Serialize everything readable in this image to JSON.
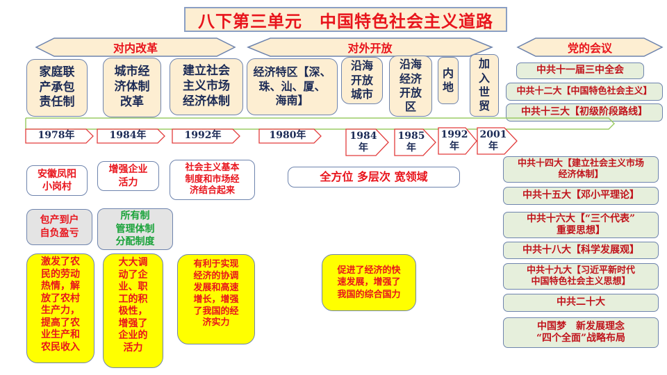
{
  "title": "八下第三单元　中国特色社会主义道路",
  "colors": {
    "title_red": "#e8141c",
    "tan_fill": "#fdeed2",
    "border_blue": "#6d83ad",
    "yellow_fill": "#ffff00",
    "green_fill": "#e6efdc",
    "grey_fill": "#e4e4e4",
    "timeline_green": "#9ccc65",
    "year_border": "#e23b3b",
    "text_navy": "#1b2a55",
    "text_green": "#1aa33a"
  },
  "sections": {
    "internal_reform": {
      "header": "对内改革",
      "topics": [
        {
          "lines": [
            "家庭联",
            "产承包",
            "责任制"
          ]
        },
        {
          "lines": [
            "城市经",
            "济体制",
            "改革"
          ]
        },
        {
          "lines": [
            "建立社会",
            "主义市场",
            "经济体制"
          ]
        }
      ],
      "years": [
        "1978年",
        "1984年",
        "1992年"
      ],
      "details": [
        {
          "lines": [
            "安徽凤阳",
            "小岗村"
          ]
        },
        {
          "lines": [
            "增强企业",
            "活力"
          ]
        },
        {
          "lines": [
            "社会主义基本",
            "制度和市场经",
            "济结合起来"
          ]
        }
      ],
      "measures": [
        {
          "lines": [
            "包产到户",
            "自负盈亏"
          ],
          "color": "red"
        },
        {
          "lines": [
            "所有制",
            "管理体制",
            "分配制度"
          ],
          "color": "green"
        }
      ],
      "effects": [
        {
          "lines": [
            "激发了农",
            "民的劳动",
            "热情，解",
            "放了农村",
            "生产力，",
            "提高了农",
            "业生产和",
            "农民收入"
          ]
        },
        {
          "lines": [
            "大大调",
            "动了企",
            "业、职",
            "工的积",
            "极性，",
            "增强了",
            "企业的",
            "活力"
          ]
        },
        {
          "lines": [
            "有利于实现",
            "经济的协调",
            "发展和高速",
            "增长，增强",
            "了我国的经",
            "济实力"
          ]
        }
      ]
    },
    "opening_up": {
      "header": "对外开放",
      "topics": [
        {
          "lines": [
            "经济特区【深、",
            "珠、汕、厦、",
            "海南】"
          ]
        },
        {
          "lines": [
            "沿海",
            "开放",
            "城市"
          ]
        },
        {
          "lines": [
            "沿海",
            "经济",
            "开放",
            "区"
          ]
        },
        {
          "lines": [
            "内",
            "地"
          ]
        },
        {
          "lines": [
            "加",
            "入",
            "世",
            "贸"
          ]
        }
      ],
      "years": [
        {
          "lines": [
            "1980年"
          ]
        },
        {
          "lines": [
            "1984",
            "年"
          ]
        },
        {
          "lines": [
            "1985",
            "年"
          ]
        },
        {
          "lines": [
            "1992",
            "年"
          ]
        },
        {
          "lines": [
            "2001",
            "年"
          ]
        }
      ],
      "pattern": "全方位 多层次 宽领域",
      "effect": {
        "lines": [
          "促进了经济的快",
          "速发展，增强了",
          "我国的综合国力"
        ]
      }
    },
    "party_meetings": {
      "header": "党的会议",
      "items": [
        {
          "lines": [
            "中共十一届三中全会"
          ]
        },
        {
          "lines": [
            "中共十二大【中国特色社会主义】"
          ]
        },
        {
          "lines": [
            "中共十三大【初级阶段路线】"
          ]
        },
        {
          "lines": [
            "中共十四大【建立社会主义市场",
            "经济体制】"
          ]
        },
        {
          "lines": [
            "中共十五大【邓小平理论】"
          ]
        },
        {
          "lines": [
            "中共十六大【“三个代表”",
            "重要思想】"
          ]
        },
        {
          "lines": [
            "中共十八大【科学发展观】"
          ]
        },
        {
          "lines": [
            "中共十九大【习近平新时代",
            "中国特色社会主义思想】"
          ]
        },
        {
          "lines": [
            "中共二十大"
          ]
        },
        {
          "lines": [
            "中国梦　新发展理念",
            "“四个全面”战略布局"
          ]
        }
      ]
    }
  }
}
